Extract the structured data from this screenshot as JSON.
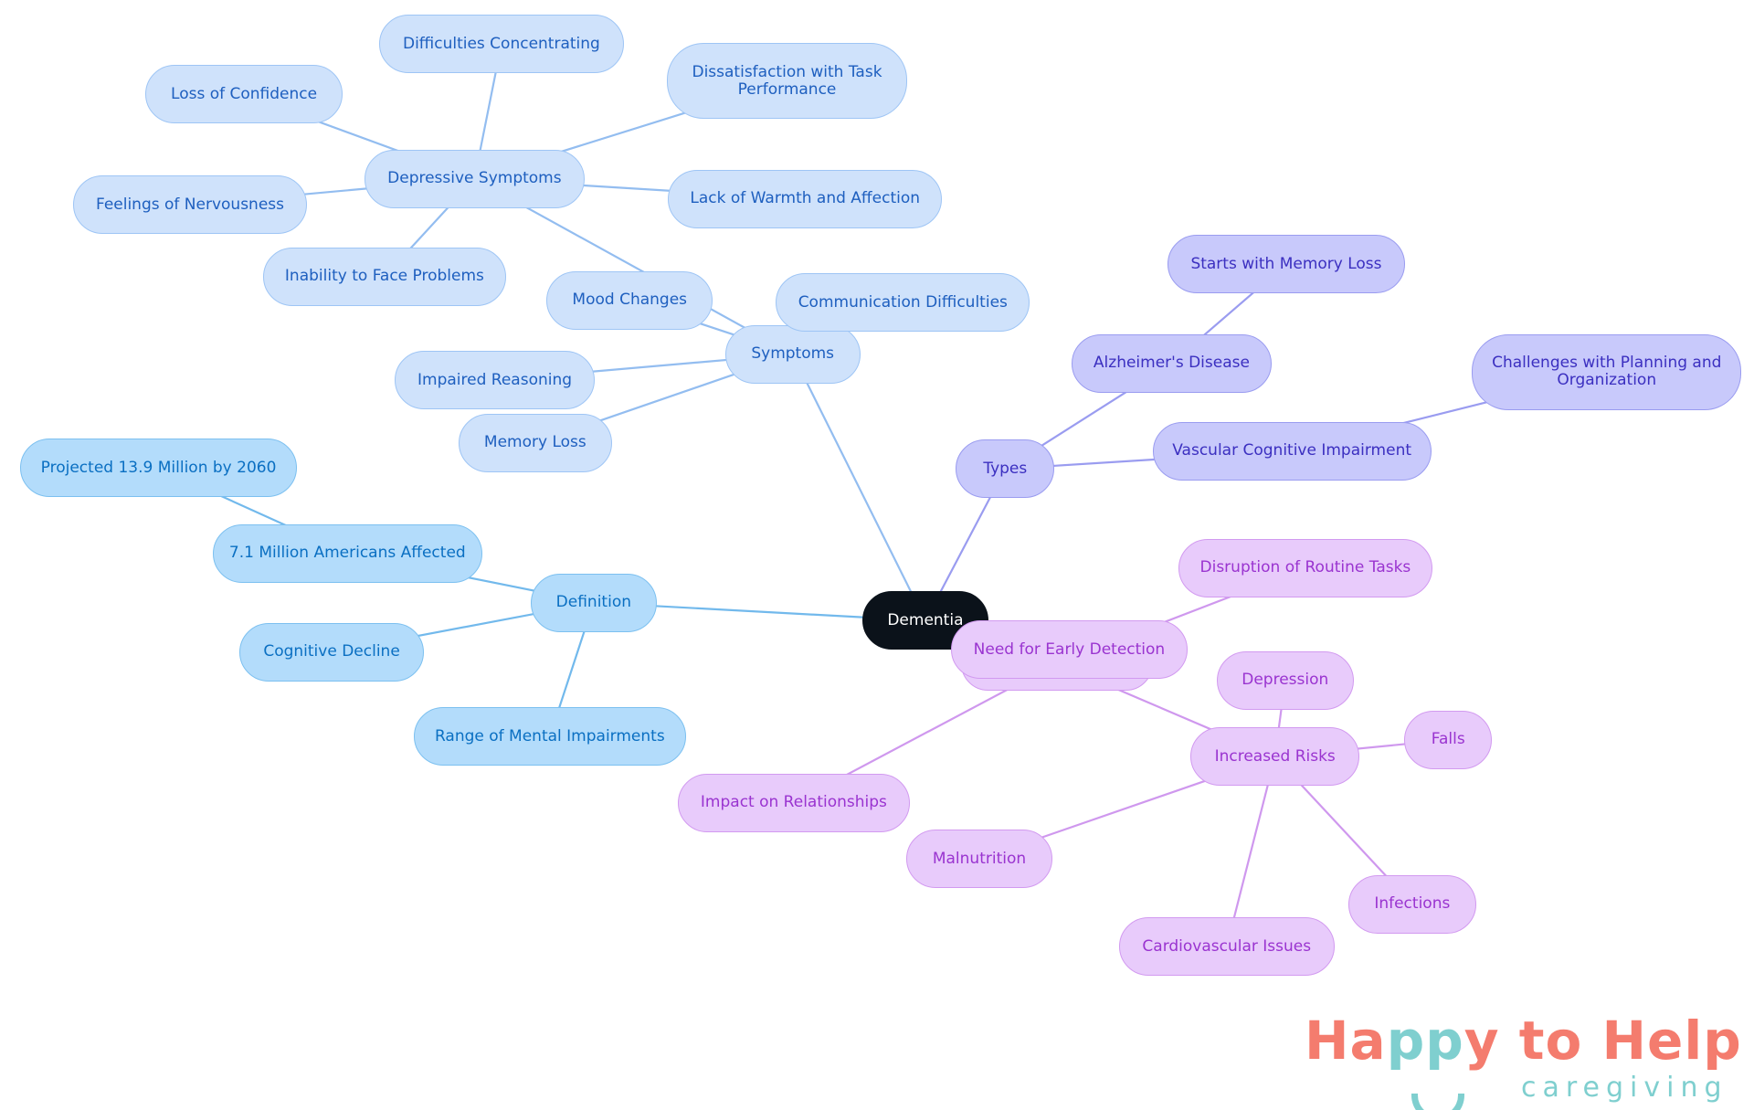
{
  "colors": {
    "root": {
      "fill": "#0b121a",
      "border": "#0b121a",
      "text": "#ffffff",
      "edge": "#9ec5f5"
    },
    "symptoms": {
      "fill": "#cfe2fb",
      "border": "#9ec5f5",
      "text": "#1e5fbf",
      "edge": "#93bdf0"
    },
    "definition": {
      "fill": "#b3dcfb",
      "border": "#7cc0f0",
      "text": "#0a6fc2",
      "edge": "#72b9ec"
    },
    "types": {
      "fill": "#c8c9fb",
      "border": "#9a9cf0",
      "text": "#3b2fc0",
      "edge": "#9a9cf0"
    },
    "impact": {
      "fill": "#e8cbfb",
      "border": "#d29af0",
      "text": "#9a34d0",
      "edge": "#cf98ee"
    }
  },
  "nodes": [
    {
      "id": "root",
      "label": "Dementia",
      "group": "root",
      "parent": null
    },
    {
      "id": "symptoms",
      "label": "Symptoms",
      "group": "symptoms",
      "parent": "root"
    },
    {
      "id": "depressive",
      "label": "Depressive Symptoms",
      "group": "symptoms",
      "parent": "symptoms"
    },
    {
      "id": "concentrating",
      "label": "Difficulties Concentrating",
      "group": "symptoms",
      "parent": "depressive"
    },
    {
      "id": "dissatisfaction",
      "label": "Dissatisfaction with Task Performance",
      "group": "symptoms",
      "parent": "depressive"
    },
    {
      "id": "confidence",
      "label": "Loss of Confidence",
      "group": "symptoms",
      "parent": "depressive"
    },
    {
      "id": "nervousness",
      "label": "Feelings of Nervousness",
      "group": "symptoms",
      "parent": "depressive"
    },
    {
      "id": "warmth",
      "label": "Lack of Warmth and Affection",
      "group": "symptoms",
      "parent": "depressive"
    },
    {
      "id": "inability",
      "label": "Inability to Face Problems",
      "group": "symptoms",
      "parent": "depressive"
    },
    {
      "id": "mood",
      "label": "Mood Changes",
      "group": "symptoms",
      "parent": "symptoms"
    },
    {
      "id": "communication",
      "label": "Communication Difficulties",
      "group": "symptoms",
      "parent": "symptoms"
    },
    {
      "id": "reasoning",
      "label": "Impaired Reasoning",
      "group": "symptoms",
      "parent": "symptoms"
    },
    {
      "id": "memory",
      "label": "Memory Loss",
      "group": "symptoms",
      "parent": "symptoms"
    },
    {
      "id": "definition",
      "label": "Definition",
      "group": "definition",
      "parent": "root"
    },
    {
      "id": "americans",
      "label": "7.1 Million Americans Affected",
      "group": "definition",
      "parent": "definition"
    },
    {
      "id": "projected",
      "label": "Projected 13.9 Million by 2060",
      "group": "definition",
      "parent": "americans"
    },
    {
      "id": "cognitive",
      "label": "Cognitive Decline",
      "group": "definition",
      "parent": "definition"
    },
    {
      "id": "range",
      "label": "Range of Mental Impairments",
      "group": "definition",
      "parent": "definition"
    },
    {
      "id": "types",
      "label": "Types",
      "group": "types",
      "parent": "root"
    },
    {
      "id": "alzheimers",
      "label": "Alzheimer's Disease",
      "group": "types",
      "parent": "types"
    },
    {
      "id": "startsmemory",
      "label": "Starts with Memory Loss",
      "group": "types",
      "parent": "alzheimers"
    },
    {
      "id": "vascular",
      "label": "Vascular Cognitive Impairment",
      "group": "types",
      "parent": "types"
    },
    {
      "id": "planning",
      "label": "Challenges with Planning and Organization",
      "group": "types",
      "parent": "vascular"
    },
    {
      "id": "hidden",
      "label": "",
      "group": "impact",
      "parent": "root"
    },
    {
      "id": "early",
      "label": "Need for Early Detection",
      "group": "impact",
      "parent": "hidden"
    },
    {
      "id": "routine",
      "label": "Disruption of Routine Tasks",
      "group": "impact",
      "parent": "hidden"
    },
    {
      "id": "relationships",
      "label": "Impact on Relationships",
      "group": "impact",
      "parent": "hidden"
    },
    {
      "id": "risks",
      "label": "Increased Risks",
      "group": "impact",
      "parent": "hidden"
    },
    {
      "id": "depression",
      "label": "Depression",
      "group": "impact",
      "parent": "risks"
    },
    {
      "id": "falls",
      "label": "Falls",
      "group": "impact",
      "parent": "risks"
    },
    {
      "id": "malnutrition",
      "label": "Malnutrition",
      "group": "impact",
      "parent": "risks"
    },
    {
      "id": "infections",
      "label": "Infections",
      "group": "impact",
      "parent": "risks"
    },
    {
      "id": "cardio",
      "label": "Cardiovascular Issues",
      "group": "impact",
      "parent": "risks"
    }
  ],
  "logo": {
    "title_part1": "Ha",
    "title_part2": "pp",
    "title_part3": "y to Help",
    "subtitle": "caregiving"
  }
}
